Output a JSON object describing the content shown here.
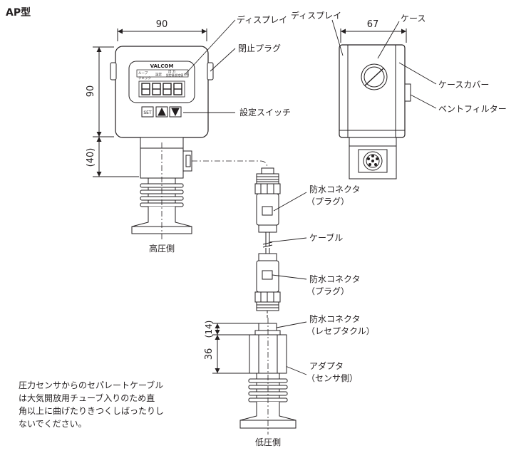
{
  "title": "AP型",
  "dimensions": {
    "front_width": "90",
    "front_height": "90",
    "sensor_offset": "(40)",
    "side_depth": "67",
    "connector_height": "(14)",
    "adapter_height": "36"
  },
  "callouts": {
    "display_front": "ディスプレイ",
    "plug": "閉止プラグ",
    "switch": "設定スイッチ",
    "display_side": "ディスプレイ",
    "case": "ケース",
    "case_cover": "ケースカバー",
    "vent_filter": "ベントフィルター",
    "wp_connector_1_line1": "防水コネクタ",
    "wp_connector_1_line2": "（プラグ）",
    "cable": "ケーブル",
    "wp_connector_2_line1": "防水コネクタ",
    "wp_connector_2_line2": "（プラグ）",
    "wp_connector_3_line1": "防水コネクタ",
    "wp_connector_3_line2": "（レセプタクル）",
    "adapter_line1": "アダプタ",
    "adapter_line2": "（センサ側）"
  },
  "labels": {
    "high_side": "高圧側",
    "low_side": "低圧側"
  },
  "device": {
    "brand": "VALCOM",
    "panel_loop": "ループ",
    "panel_check": "チェック",
    "panel_set": "設定",
    "panel_out": "出  力",
    "panel_out_sub": "設定値|設定値",
    "panel_unit": "kPa",
    "readout": "8.8.8.8",
    "set_key": "SET"
  },
  "note": {
    "lines": [
      "圧力センサからのセパレートケーブル",
      "は大気開放用チューブ入りのため直",
      "角以上に曲げたりきつくしばったりし",
      "ないでください。"
    ]
  }
}
